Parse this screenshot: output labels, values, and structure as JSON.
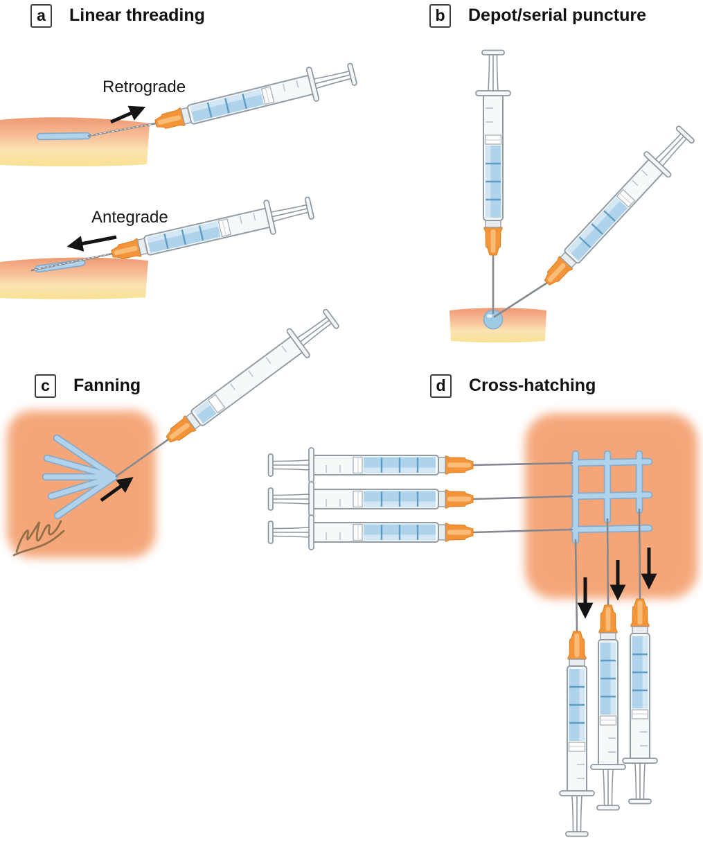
{
  "panels": {
    "a": {
      "letter": "a",
      "title": "Linear threading"
    },
    "b": {
      "letter": "b",
      "title": "Depot/serial puncture"
    },
    "c": {
      "letter": "c",
      "title": "Fanning"
    },
    "d": {
      "letter": "d",
      "title": "Cross-hatching"
    }
  },
  "annotations": {
    "retrograde": "Retrograde",
    "antegrade": "Antegrade"
  },
  "colors": {
    "liquid_blue": "#aed3ea",
    "liquid_light": "#d8eaf5",
    "liquid_dark": "#5e9cc6",
    "hub_orange": "#f39438",
    "hub_light": "#fac17e",
    "hub_dark": "#dd7d1c",
    "needle_gray": "#82888e",
    "barrel_fill": "#f6f9fa",
    "barrel_stroke": "#939ba3",
    "skin_top": "#ee9a72",
    "skin_mid": "#f8c39c",
    "skin_low": "#fbe3b2",
    "skin_yellow": "#f9e294",
    "patch_orange": "#f4a678",
    "thread_edge": "#84abce",
    "thread_fill": "#b0d2ea",
    "droplet_blue": "#9ecae6",
    "droplet_edge": "#7fb0d4",
    "arrow_black": "#141414",
    "signature_brown": "#8a6a42"
  }
}
